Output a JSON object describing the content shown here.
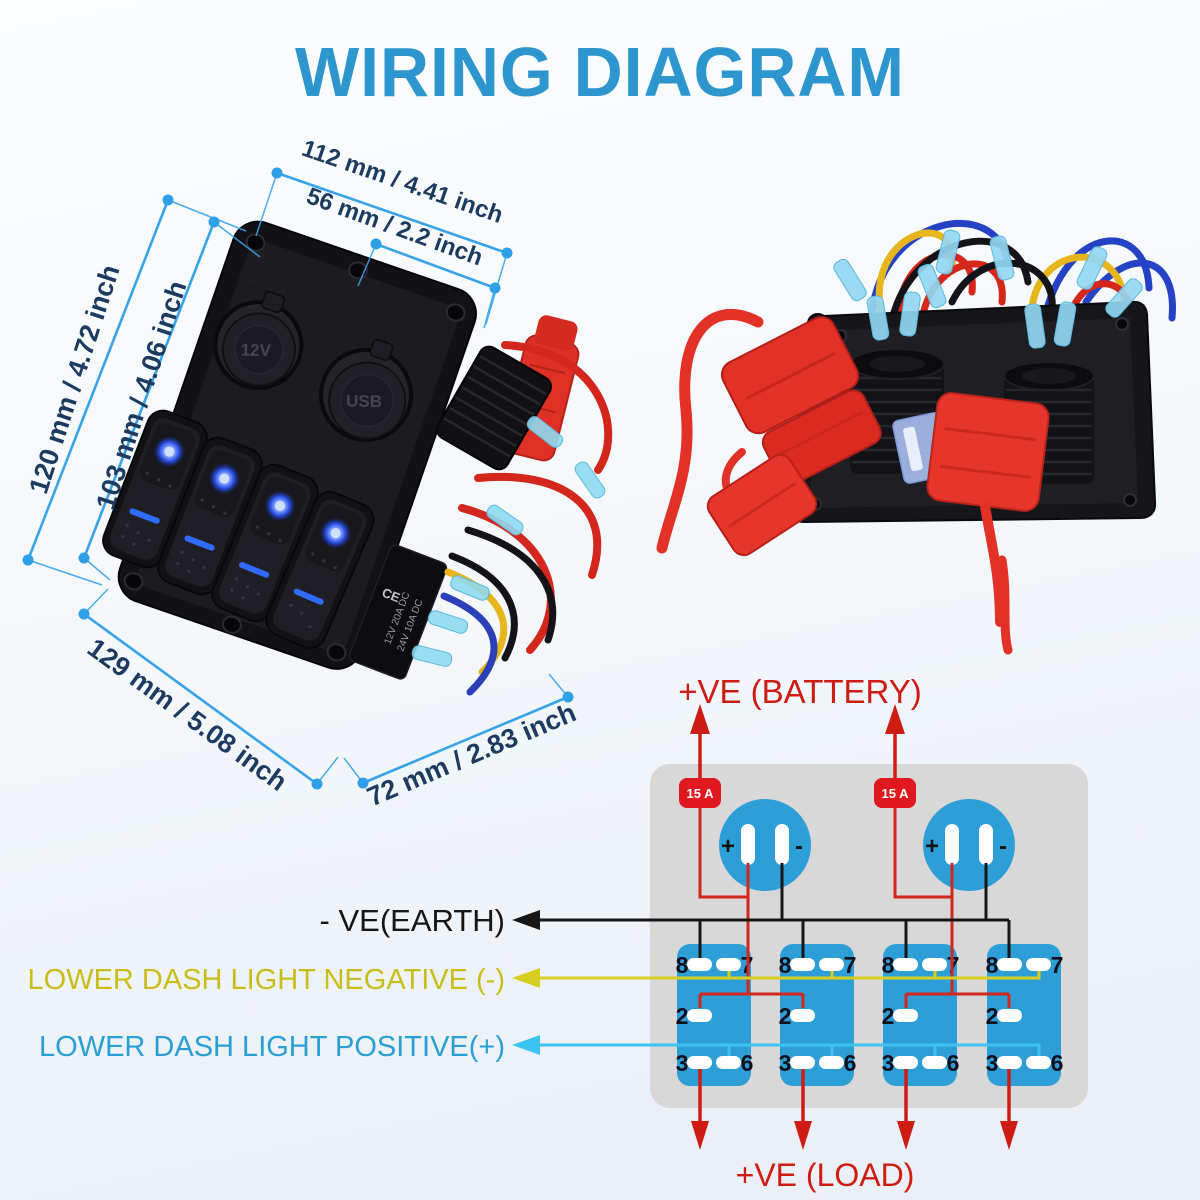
{
  "title": "WIRING DIAGRAM",
  "dimensions": {
    "top_width": "112 mm / 4.41 inch",
    "top_inner_width": "56 mm / 2.2 inch",
    "left_height": "120 mm / 4.72 inch",
    "left_inner_height": "103 mm / 4.06 inch",
    "bottom_width": "129 mm / 5.08 inch",
    "side_depth": "72 mm / 2.83 inch"
  },
  "front_panel": {
    "socket1_label": "12V",
    "socket2_label": "USB",
    "ce_mark": "CE",
    "side_rating_line1": "12V 20A DC",
    "side_rating_line2": "24V 10A DC"
  },
  "schematic": {
    "battery_label": "+VE (BATTERY)",
    "load_label": "+VE (LOAD)",
    "earth_label": "- VE(EARTH)",
    "dash_light_negative_label": "LOWER DASH LIGHT NEGATIVE (-)",
    "dash_light_positive_label": "LOWER DASH LIGHT POSITIVE(+)",
    "fuse_rating": "15 A",
    "socket_plus": "+",
    "socket_minus": "-",
    "terminals": {
      "top_left": "8",
      "top_right": "7",
      "middle": "2",
      "bottom_left": "3",
      "bottom_right": "6"
    }
  },
  "colors": {
    "title_blue": "#2d96cf",
    "dimension_line_blue": "#38a3e9",
    "dimension_text_navy": "#1d3a5f",
    "schematic_red": "#d3261d",
    "fuse_red": "#e0181f",
    "earth_black": "#161616",
    "dash_negative_yellow": "#c9bd1a",
    "dash_positive_blue": "#2a9fd3",
    "yellow_bus": "#d8ce20",
    "cyan_bus": "#3cc3ef",
    "component_blue": "#2e9fd6",
    "panel_grey": "#d8d8d8",
    "led_blue": "#2f6bff"
  }
}
